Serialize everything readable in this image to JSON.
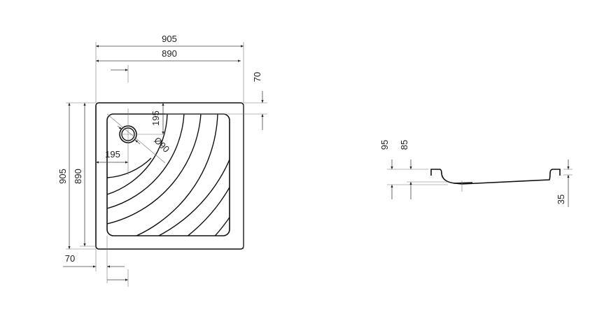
{
  "plan_view": {
    "overall_width": "905",
    "inner_width": "890",
    "overall_depth": "905",
    "inner_depth": "890",
    "offset_top": "70",
    "offset_left": "70",
    "drain_from_top": "195",
    "drain_from_left": "195",
    "drain_diameter": "Ø90"
  },
  "side_view": {
    "total_height": "95",
    "base_height": "85",
    "rim_height": "35"
  }
}
